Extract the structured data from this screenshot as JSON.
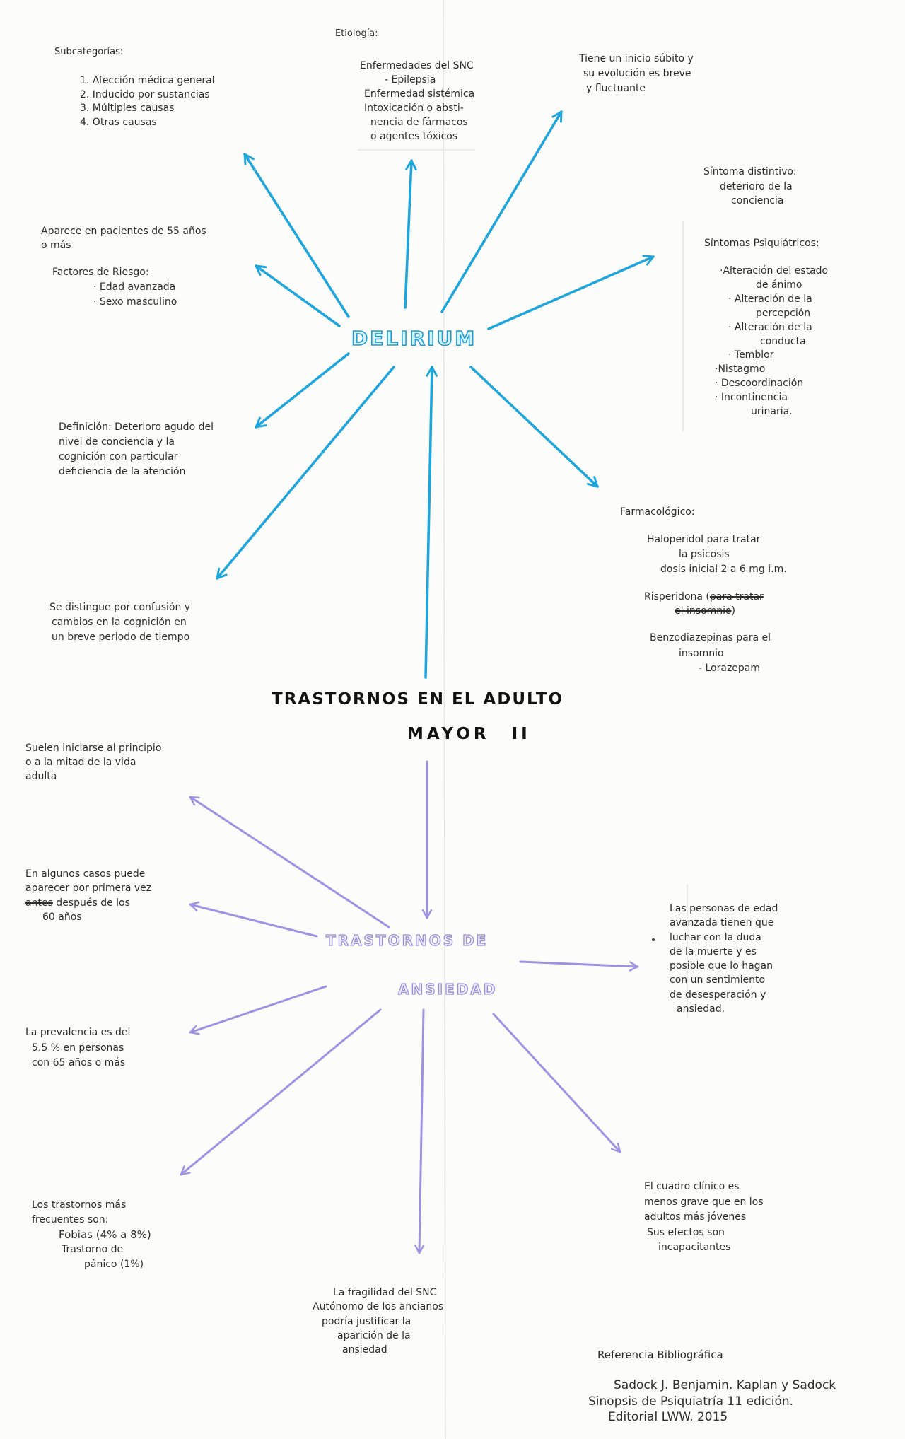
{
  "title": {
    "line1": "TRASTORNOS EN EL ADULTO",
    "line2": "MAYOR II"
  },
  "delirium": {
    "label": "DELIRIUM",
    "etiologia": {
      "heading": "Etiología:",
      "lines": [
        "Enfermedades del SNC",
        "- Epilepsia",
        "Enfermedad sistémica",
        "Intoxicación o absti-",
        "nencia de fármacos",
        "o agentes tóxicos"
      ]
    },
    "subcategorias": {
      "heading": "Subcategorías:",
      "items": [
        "1. Afección médica general",
        "2. Inducido por sustancias",
        "3. Múltiples causas",
        "4. Otras causas"
      ]
    },
    "inicio": [
      "Tiene un inicio súbito y",
      "su evolución es breve",
      "y fluctuante"
    ],
    "sintoma_distintivo": [
      "Síntoma distintivo:",
      "deterioro de la",
      "conciencia"
    ],
    "sintomas_psiquiatricos": {
      "heading": "Síntomas Psiquiátricos:",
      "lines": [
        "·Alteración del estado",
        "de ánimo",
        "· Alteración de la",
        "percepción",
        "· Alteración de la",
        "conducta",
        "· Temblor",
        "·Nistagmo",
        "· Descoordinación",
        "· Incontinencia",
        "urinaria."
      ]
    },
    "aparece": [
      "Aparece en pacientes de 55 años",
      "o más"
    ],
    "factores_riesgo": {
      "heading": "Factores de Riesgo:",
      "items": [
        "· Edad avanzada",
        "· Sexo masculino"
      ]
    },
    "definicion": [
      "Definición: Deterioro agudo del",
      "nivel de conciencia y la",
      "cognición con particular",
      "deficiencia de la atención"
    ],
    "se_distingue": [
      "Se distingue por confusión y",
      "cambios en la cognición en",
      "un breve periodo de tiempo"
    ],
    "farmacologico": {
      "heading": "Farmacológico:",
      "haloperidol": [
        "Haloperidol para tratar",
        "la psicosis",
        "dosis inicial 2 a 6 mg i.m."
      ],
      "risperidona": {
        "name": "Risperidona (",
        "struck_line1": "para tratar",
        "struck_line2": "el insomnio",
        "close": ")"
      },
      "benzodiazepinas": [
        "Benzodiazepinas para el",
        "insomnio",
        "- Lorazepam"
      ]
    }
  },
  "ansiedad": {
    "label_line1": "TRASTORNOS DE",
    "label_line2": "ANSIEDAD",
    "inicio": [
      "Suelen iniciarse al principio",
      "o a la mitad de la vida",
      "adulta"
    ],
    "primera_vez": {
      "line1": "En algunos casos puede",
      "line2": "aparecer por primera vez",
      "struck": "antes",
      "line3_rest": " después de los",
      "line4": "60 años"
    },
    "muerte": [
      "Las personas de edad",
      "avanzada tienen que",
      "luchar con la duda",
      "de la muerte y es",
      "posible que lo hagan",
      "con un sentimiento",
      "de desesperación y",
      "ansiedad."
    ],
    "prevalencia": [
      "La prevalencia es del",
      "5.5 % en personas",
      "con 65 años o más"
    ],
    "frecuentes": [
      "Los trastornos más",
      "frecuentes son:",
      "Fobias (4% a 8%)",
      "Trastorno de",
      "pánico (1%)"
    ],
    "cuadro_clinico": [
      "El cuadro clínico es",
      "menos grave que en los",
      "adultos más jóvenes",
      "Sus efectos son",
      "incapacitantes"
    ],
    "fragilidad": [
      "La fragilidad del SNC",
      "Autónomo de los ancianos",
      "podría justificar la",
      "aparición de la",
      "ansiedad"
    ]
  },
  "referencia": {
    "heading": "Referencia Bibliográfica",
    "lines": [
      "Sadock J. Benjamin. Kaplan y Sadock",
      "Sinopsis de Psiquiatría 11 edición.",
      "Editorial LWW. 2015"
    ]
  },
  "colors": {
    "paper": "#fcfcfb",
    "ink": "#2d2d2d",
    "delirium_blue": "#1ea6dc",
    "ansiedad_purple": "#9d92e3"
  }
}
